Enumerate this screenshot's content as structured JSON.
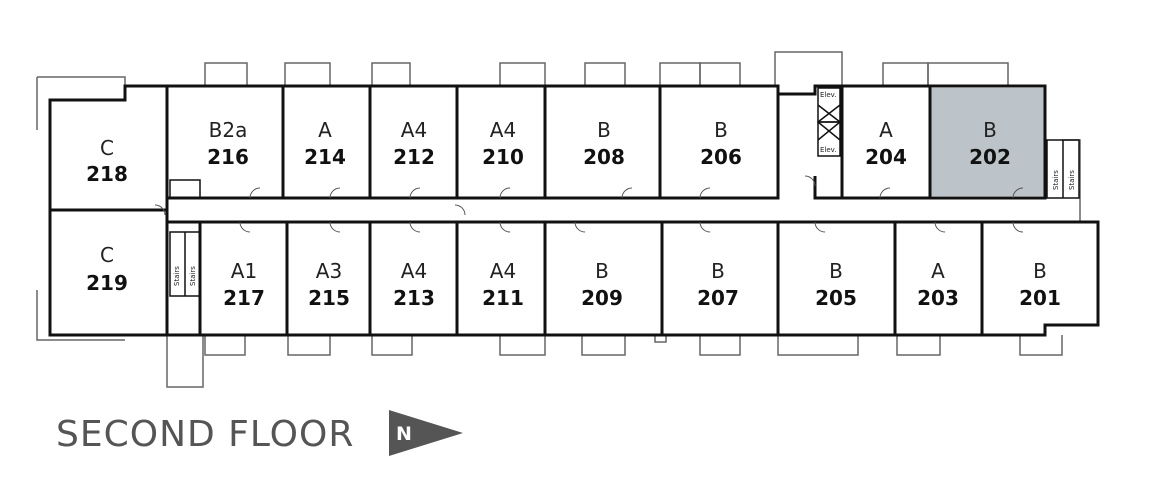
{
  "plan": {
    "title": "SECOND FLOOR",
    "north_label": "N",
    "stairs_label": "Stairs",
    "elevator_label": "Elev.",
    "highlight_color": "#bcc4c9",
    "units": [
      {
        "type": "C",
        "number": "218"
      },
      {
        "type": "B2a",
        "number": "216"
      },
      {
        "type": "A",
        "number": "214"
      },
      {
        "type": "A4",
        "number": "212"
      },
      {
        "type": "A4",
        "number": "210"
      },
      {
        "type": "B",
        "number": "208"
      },
      {
        "type": "B",
        "number": "206"
      },
      {
        "type": "A",
        "number": "204"
      },
      {
        "type": "B",
        "number": "202",
        "highlighted": true
      },
      {
        "type": "C",
        "number": "219"
      },
      {
        "type": "A1",
        "number": "217"
      },
      {
        "type": "A3",
        "number": "215"
      },
      {
        "type": "A4",
        "number": "213"
      },
      {
        "type": "A4",
        "number": "211"
      },
      {
        "type": "B",
        "number": "209"
      },
      {
        "type": "B",
        "number": "207"
      },
      {
        "type": "B",
        "number": "205"
      },
      {
        "type": "A",
        "number": "203"
      },
      {
        "type": "B",
        "number": "201"
      }
    ]
  }
}
